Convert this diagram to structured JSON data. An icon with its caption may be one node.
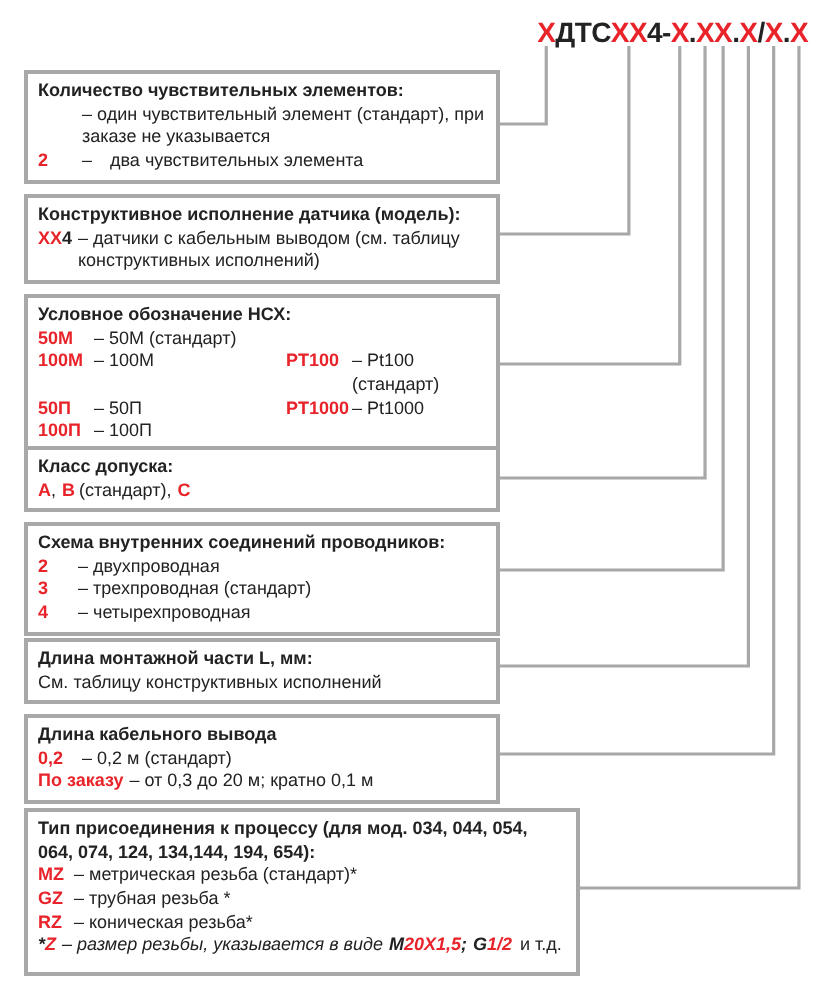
{
  "diagram": {
    "nodes": [
      {
        "text": [
          "Х",
          "ДТС",
          "ХХ",
          "4-",
          "Х",
          ".",
          "Х",
          "Х",
          ".",
          "Х",
          "/",
          "Х",
          ".",
          "Х"
        ]
      },
      {
        "text": [
          "Количество чувствительных элементов:",
          "– один чувствительный элемент (стандарт), при заказе не указывается",
          "2",
          "–",
          "два чувствительных элемента"
        ]
      },
      {
        "text": [
          "Конструктивное исполнение датчика (модель):",
          "ХХ",
          "4",
          "– датчики с кабельным выводом (см. таблицу конструктивных исполнений)"
        ]
      },
      {
        "text": [
          "Условное обозначение НСХ:",
          "50М",
          "– 50М (стандарт)",
          "100М",
          "– 100М",
          "PT100",
          "– Pt100 (стандарт)",
          "50П",
          "– 50П",
          "PT1000",
          "– Pt1000",
          "100П",
          "– 100П"
        ]
      },
      {
        "text": [
          "Класс допуска:",
          "А",
          ",",
          "В",
          "(стандарт),",
          "С"
        ]
      },
      {
        "text": [
          "Схема внутренних соединений проводников:",
          "2",
          "– двухпроводная",
          "3",
          "– трехпроводная (стандарт)",
          "4",
          "– четырехпроводная"
        ]
      },
      {
        "text": [
          "Длина монтажной части L, мм:",
          "См. таблицу конструктивных исполнений"
        ]
      },
      {
        "text": [
          "Длина кабельного вывода",
          "0,2",
          "– 0,2 м (стандарт)",
          "По заказу",
          "– от 0,3 до 20 м; кратно 0,1 м"
        ]
      },
      {
        "text": [
          "Тип присоединения к процессу (для мод. 034, 044, 054, 064, 074, 124, 134,144, 194, 654):",
          "MZ",
          "– метрическая резьба (стандарт)*",
          "GZ",
          "– трубная резьба *",
          "RZ",
          "– коническая резьба*",
          "*",
          "Z",
          "– размер резьбы, указывается в виде",
          "M",
          "20X1,5",
          ";",
          "G",
          "1/2",
          "и т.д."
        ]
      }
    ],
    "edges": [
      {
        "from": 0,
        "to": 1,
        "arrow": "none"
      },
      {
        "from": 0,
        "to": 2,
        "arrow": "none"
      },
      {
        "from": 0,
        "to": 3,
        "arrow": "none"
      },
      {
        "from": 0,
        "to": 4,
        "arrow": "none"
      },
      {
        "from": 0,
        "to": 5,
        "arrow": "none"
      },
      {
        "from": 0,
        "to": 6,
        "arrow": "none"
      },
      {
        "from": 0,
        "to": 7,
        "arrow": "none"
      },
      {
        "from": 0,
        "to": 8,
        "arrow": "none"
      }
    ]
  }
}
